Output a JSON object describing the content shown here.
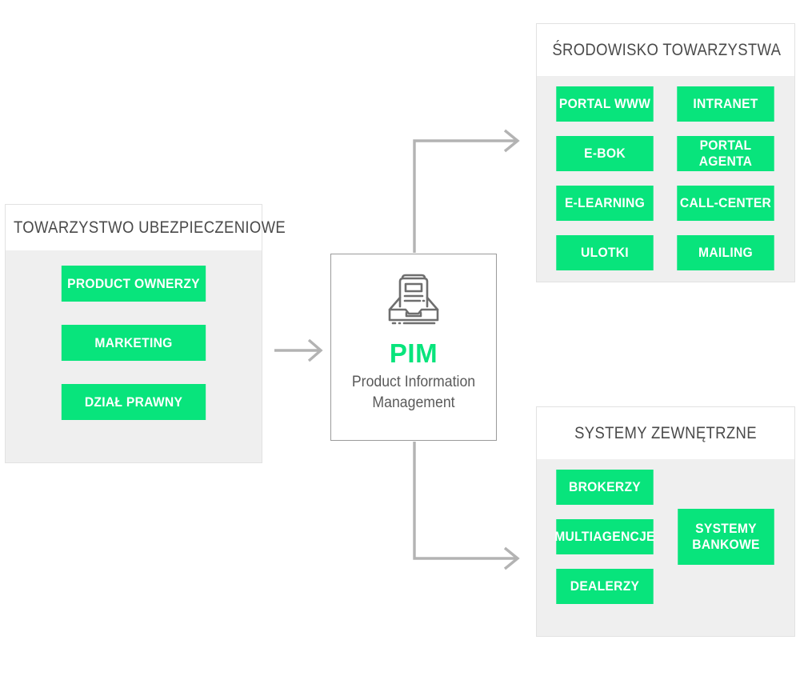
{
  "diagram": {
    "title": "PIM Product Information Management flow diagram",
    "accent_green": "#08e47c",
    "panel_bg": "#efefef",
    "panel_header_bg": "#ffffff",
    "connector_gray": "#b3b3b3",
    "text_gray": "#4a4a4a"
  },
  "left_panel": {
    "title": "TOWARZYSTWO UBEZPIECZENIOWE",
    "items": [
      {
        "label": "PRODUCT OWNERZY"
      },
      {
        "label": "MARKETING"
      },
      {
        "label": "DZIAŁ PRAWNY"
      }
    ]
  },
  "center": {
    "abbreviation": "PIM",
    "full_name_line1": "Product Information",
    "full_name_line2": "Management",
    "icon": "document-tray-icon"
  },
  "environment_panel": {
    "title": "ŚRODOWISKO TOWARZYSTWA",
    "column_a": [
      {
        "label": "PORTAL WWW"
      },
      {
        "label": "E-BOK"
      },
      {
        "label": "E-LEARNING"
      },
      {
        "label": "ULOTKI"
      }
    ],
    "column_b": [
      {
        "label": "INTRANET"
      },
      {
        "label": "PORTAL AGENTA"
      },
      {
        "label": "CALL-CENTER"
      },
      {
        "label": "MAILING"
      }
    ]
  },
  "external_panel": {
    "title": "SYSTEMY ZEWNĘTRZNE",
    "column_a": [
      {
        "label": "BROKERZY"
      },
      {
        "label": "MULTIAGENCJE"
      },
      {
        "label": "DEALERZY"
      }
    ],
    "column_b": [
      {
        "label_line1": "SYSTEMY",
        "label_line2": "BANKOWE"
      }
    ]
  },
  "connectors": [
    {
      "name": "left-to-pim-arrow",
      "direction": "right"
    },
    {
      "name": "pim-to-environment-arrow",
      "direction": "up-then-right"
    },
    {
      "name": "pim-to-external-arrow",
      "direction": "down-then-right"
    }
  ]
}
